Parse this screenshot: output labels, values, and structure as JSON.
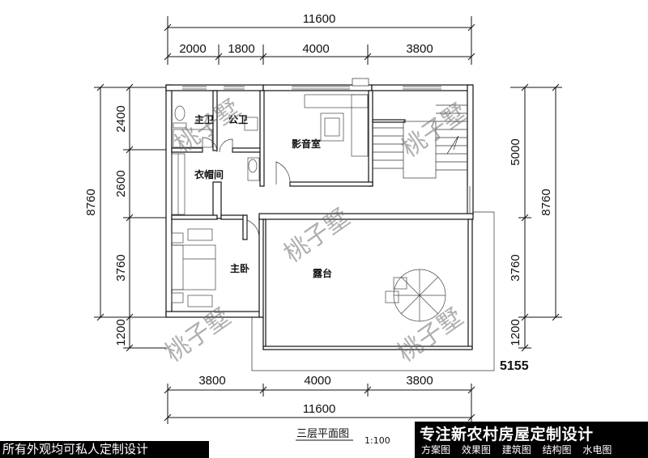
{
  "dimensions": {
    "top_total": "11600",
    "top_segments": [
      "2000",
      "1800",
      "4000",
      "3800"
    ],
    "bottom_segments": [
      "3800",
      "4000",
      "3800"
    ],
    "bottom_total": "11600",
    "left_total": "8760",
    "left_segments": [
      "2400",
      "2600",
      "3760",
      "1200"
    ],
    "right_total": "8760",
    "right_segments": [
      "5000",
      "3760",
      "1200"
    ],
    "terrace_width": "5155"
  },
  "rooms": {
    "master_bath": "主卫",
    "public_bath": "公卫",
    "theater": "影音室",
    "closet": "衣帽间",
    "master_bedroom": "主卧",
    "terrace": "露台"
  },
  "watermark": "桃子墅",
  "drawing_title": "三层平面图",
  "scale": "1:100",
  "banner_left": "所有外观均可私人定制设计",
  "banner_right": {
    "headline": "专注新农村房屋定制设计",
    "services": [
      "方案图",
      "效果图",
      "建筑图",
      "结构图",
      "水电图"
    ]
  }
}
